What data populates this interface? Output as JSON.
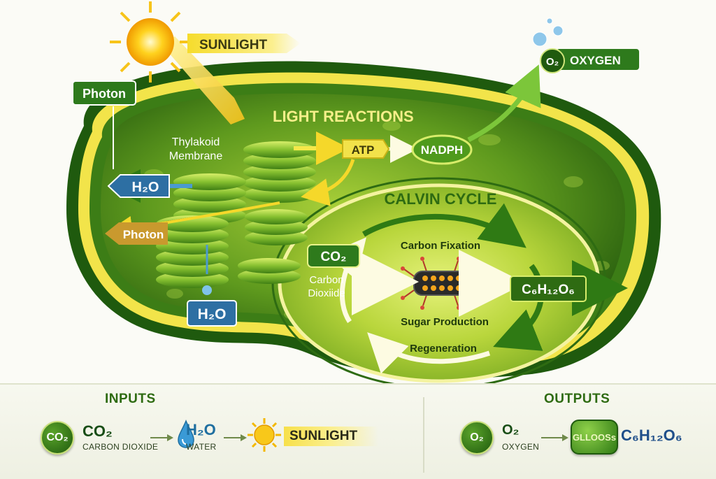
{
  "labels": {
    "sunlight": "SUNLIGHT",
    "photon_top": "Photon",
    "photon_left": "Photon",
    "light_reactions": "LIGHT REACTIONS",
    "thylakoid_line1": "Thylakoid",
    "thylakoid_line2": "Membrane",
    "atp": "ATP",
    "nadph": "NADPH",
    "o2_symbol": "O₂",
    "oxygen": "OXYGEN",
    "h2o_upper": "H₂O",
    "h2o_lower": "H₂O",
    "calvin_cycle": "CALVIN CYCLE",
    "co2": "CO₂",
    "carbon_line1": "Carbon",
    "carbon_line2": "Dioxiide",
    "carbon_fixation": "Carbon Fixation",
    "sugar_production": "Sugar Production",
    "regeneration": "Regeneration",
    "glucose_formula": "C₆H₁₂O₆"
  },
  "inputs": {
    "title": "INPUTS",
    "co2_badge": "CO₂",
    "co2_formula": "CO₂",
    "co2_name": "CARBON DIOXIDE",
    "h2o_formula": "H₂O",
    "h2o_name": "WATER",
    "sunlight": "SUNLIGHT"
  },
  "outputs": {
    "title": "OUTPUTS",
    "o2_badge": "O₂",
    "o2_formula": "O₂",
    "o2_name": "OXYGEN",
    "glucose_badge": "GLLOOSs",
    "glucose_formula": "C₆H₁₂O₆"
  },
  "colors": {
    "chloroplast_dark": "#1f5a0e",
    "chloroplast_light": "#8cc63f",
    "membrane_yellow": "#f5e84a",
    "label_blue": "#2d6fa3"
  }
}
